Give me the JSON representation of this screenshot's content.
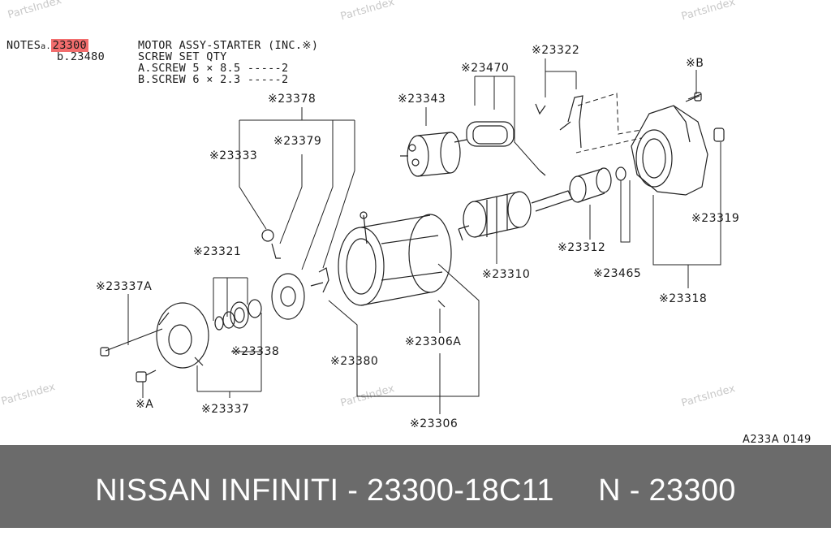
{
  "watermark": "PartsIndex",
  "notes": {
    "prefix": "NOTES",
    "a_marker": "a.",
    "a_code": "23300",
    "a_desc": "MOTOR ASSY-STARTER (INC.※)",
    "b_line": "b.23480",
    "b_desc": "SCREW SET           QTY",
    "screw_a": "A.SCREW 5 × 8.5 -----2",
    "screw_b": "B.SCREW 6 × 2.3 -----2"
  },
  "callouts": {
    "c23378": "※23378",
    "c23379": "※23379",
    "c23333": "※23333",
    "c23343": "※23343",
    "c23470": "※23470",
    "c23322": "※23322",
    "cB": "※B",
    "c23321": "※23321",
    "c23337A": "※23337A",
    "c23338": "※23338",
    "cA": "※A",
    "c23337": "※23337",
    "c23380": "※23380",
    "c23306A": "※23306A",
    "c23306": "※23306",
    "c23310": "※23310",
    "c23312": "※23312",
    "c23465": "※23465",
    "c23319": "※23319",
    "c23318": "※23318"
  },
  "figure_code": "A233A 0149",
  "footer": {
    "text": "NISSAN INFINITI - 23300-18C11     N - 23300"
  },
  "colors": {
    "highlight": "#f26d6d",
    "footer_bg": "#6b6b6b",
    "watermark": "#c9c9c9"
  }
}
